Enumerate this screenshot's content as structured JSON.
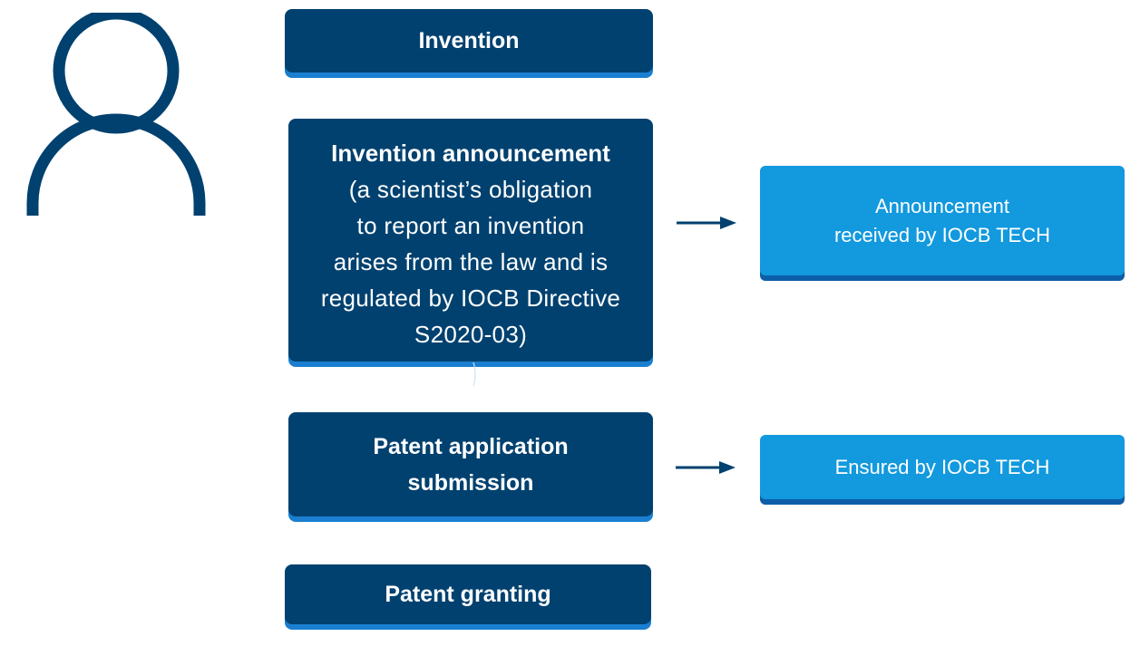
{
  "steps": {
    "invention": "Invention",
    "announcement_title": "Invention announcement",
    "announcement_body": "(a scientist’s obligation\nto report an invention\narises from the law and is\nregulated by IOCB Directive\nS2020-03)",
    "patent_application": "Patent application\nsubmission",
    "patent_granting": "Patent granting"
  },
  "outcomes": {
    "announcement_received": "Announcement\nreceived by IOCB TECH",
    "ensured": "Ensured by IOCB TECH"
  },
  "colors": {
    "dark_box": "#00416f",
    "light_box": "#1299de",
    "accent_shadow": "#1a7fd0",
    "icon": "#00416f"
  },
  "icons": {
    "person": "person-icon",
    "arrow": "arrow-right-icon"
  }
}
